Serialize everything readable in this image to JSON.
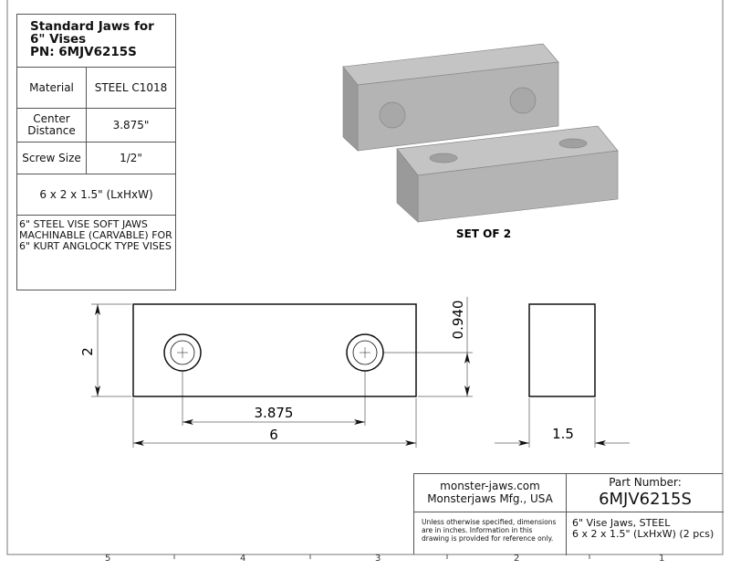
{
  "spec_table": {
    "title_lines": [
      "Standard Jaws for",
      "6\" Vises",
      "PN: 6MJV6215S"
    ],
    "rows": [
      {
        "label": "Material",
        "value": "STEEL C1018"
      },
      {
        "label": "Center Distance",
        "value": "3.875\""
      },
      {
        "label": "Screw Size",
        "value": "1/2\""
      }
    ],
    "size": "6 x 2 x 1.5\" (LxHxW)",
    "description": "6\" STEEL VISE SOFT JAWS MACHINABLE (CARVABLE) FOR 6\" KURT ANGLOCK TYPE VISES"
  },
  "iso_view": {
    "caption": "SET OF 2",
    "color": "#b4b4b4"
  },
  "dimensions": {
    "height": "2",
    "center_distance": "3.875",
    "length": "6",
    "hole_height": "0.940",
    "width": "1.5"
  },
  "title_block": {
    "website": "monster-jaws.com",
    "company": "Monsterjaws Mfg., USA",
    "part_number_label": "Part Number:",
    "part_number": "6MJV6215S",
    "disclaimer": "Unless otherwise specified, dimensions are in inches.  Information in this drawing is provided for reference only.",
    "desc_line1": "6\" Vise Jaws, STEEL",
    "desc_line2": "6 x 2 x 1.5\" (LxHxW) (2 pcs)"
  },
  "zones": [
    "5",
    "4",
    "3",
    "2",
    "1"
  ]
}
